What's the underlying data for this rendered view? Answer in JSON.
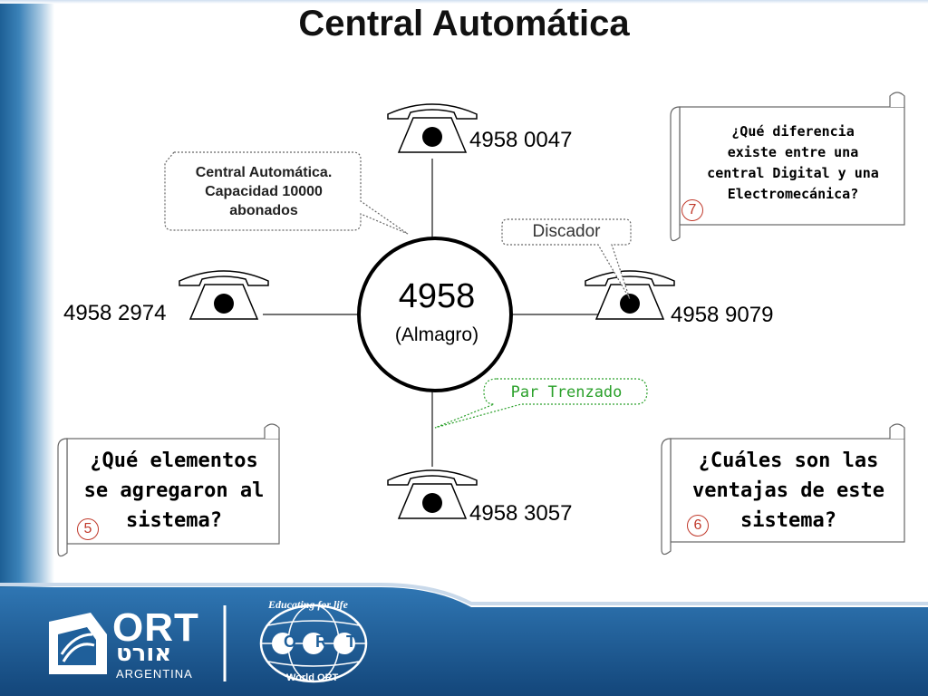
{
  "title": "Central Automática",
  "hub": {
    "code": "4958",
    "place": "(Almagro)"
  },
  "phones": {
    "top": "4958 0047",
    "left": "4958 2974",
    "right": "4958 9079",
    "bottom": "4958 3057"
  },
  "callouts": {
    "central": [
      "Central Automática.",
      "Capacidad 10000",
      "abonados"
    ],
    "discador": "Discador",
    "par_trenzado": "Par Trenzado"
  },
  "scrolls": {
    "q7": {
      "lines": [
        "¿Qué diferencia",
        "existe entre una",
        "central Digital y una",
        "Electromecánica?"
      ],
      "badge": "7"
    },
    "q5": {
      "lines": [
        "¿Qué elementos",
        "se agregaron al",
        "sistema?"
      ],
      "badge": "5"
    },
    "q6": {
      "lines": [
        "¿Cuáles son las",
        "ventajas de este",
        "sistema?"
      ],
      "badge": "6"
    }
  },
  "footer": {
    "ort_argentina": {
      "name": "ORT",
      "hebrew": "אורט",
      "country": "ARGENTINA"
    },
    "world_ort": {
      "tagline": "Educating for life",
      "name": "ORT",
      "caption": "World ORT"
    }
  },
  "colors": {
    "footer_blue": "#1f5f9a",
    "left_band": "#2a6fa8",
    "callout_green": "#2aa02a",
    "badge_red": "#c0392b"
  }
}
